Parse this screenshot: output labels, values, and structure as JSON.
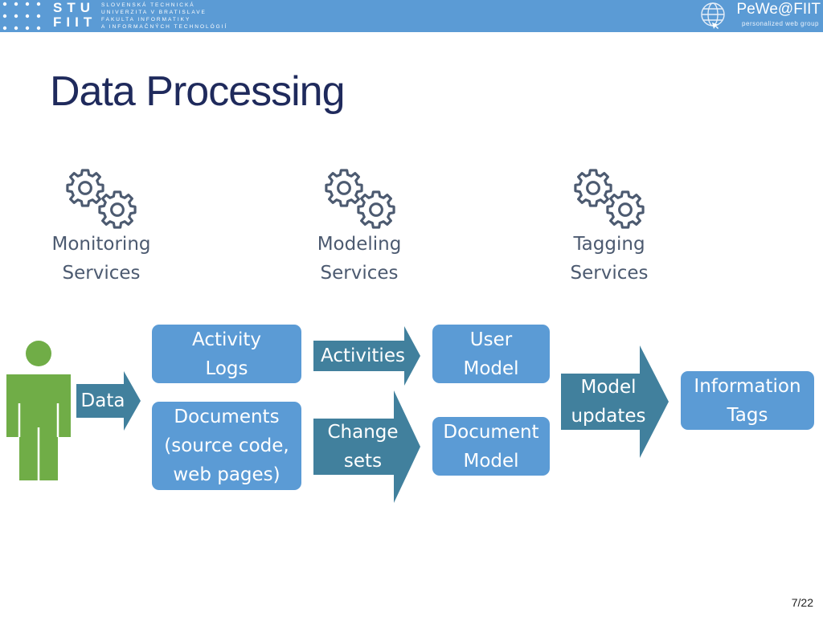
{
  "header": {
    "stu_lines": [
      "STU",
      "FIIT"
    ],
    "stu_text": [
      "SLOVENSKÁ TECHNICKÁ",
      "UNIVERZITA V BRATISLAVE",
      "FAKULTA INFORMATIKY",
      "A INFORMAČNÝCH TECHNOLÓGIÍ"
    ],
    "group_logo": "PeWe@FIIT",
    "group_sub": "personalized web group"
  },
  "slide": {
    "title": "Data Processing",
    "page": "7/22"
  },
  "services": [
    {
      "line1": "Monitoring",
      "line2": "Services",
      "icon": "gears-icon"
    },
    {
      "line1": "Modeling",
      "line2": "Services",
      "icon": "gears-icon"
    },
    {
      "line1": "Tagging",
      "line2": "Services",
      "icon": "gears-icon"
    }
  ],
  "boxes": {
    "activity_logs": [
      "Activity",
      "Logs"
    ],
    "documents": [
      "Documents",
      "(source code,",
      "web pages)"
    ],
    "user_model": [
      "User",
      "Model"
    ],
    "document_model": [
      "Document",
      "Model"
    ],
    "information_tags": [
      "Information",
      "Tags"
    ]
  },
  "arrows": {
    "data": [
      "Data"
    ],
    "activities": [
      "Activities"
    ],
    "change_sets": [
      "Change",
      "sets"
    ],
    "model_updates": [
      "Model",
      "updates"
    ]
  },
  "colors": {
    "box": "#5b9bd5",
    "arrow": "#41809d",
    "person": "#70ad47",
    "title": "#1f2a5c",
    "header": "#5b9bd5"
  }
}
